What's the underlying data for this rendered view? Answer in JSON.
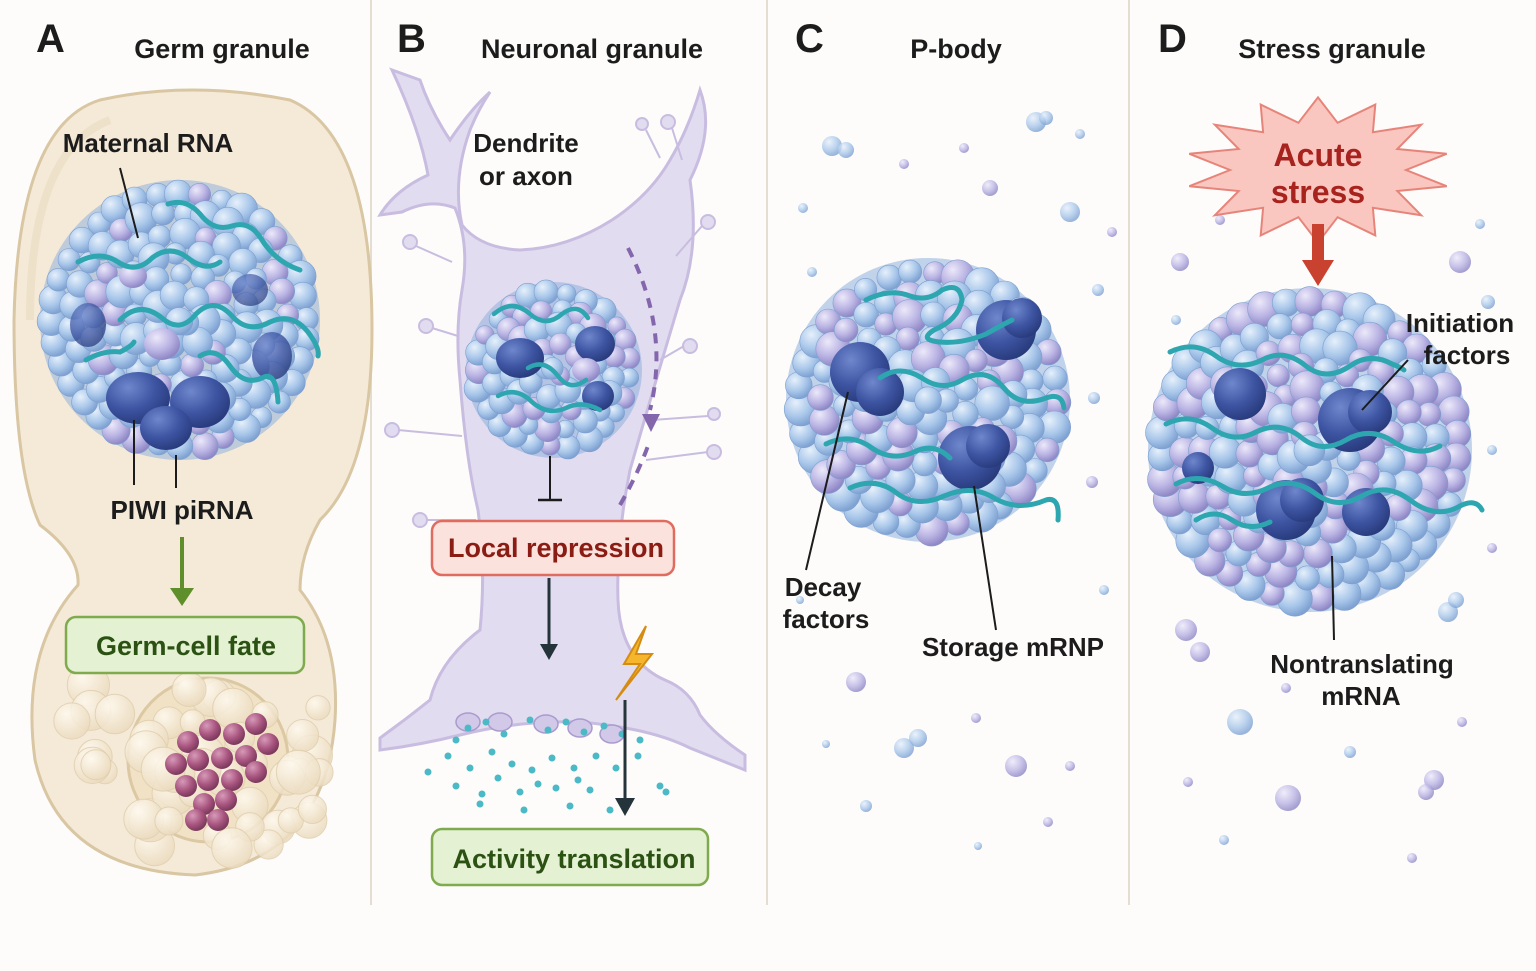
{
  "colors": {
    "granule_bubble": "#a9c7ea",
    "granule_bubble_lilac": "#b9b3e3",
    "rnp_blob": "#3e55a3",
    "mrna_strand": "#2ea6b0",
    "green_arrow": "#5f8f2a",
    "green_box_fill": "#e4f1d3",
    "green_box_stroke": "#7faa4d",
    "red_box_fill": "#fbe2dd",
    "red_box_stroke": "#e06b5f",
    "stress_star_fill": "#f9c7c0",
    "stress_text": "#a8221e",
    "neuron_fill": "#e2dcf0",
    "cell_fill": "#f5ead8",
    "divider": "#e4ddd2"
  },
  "panels": {
    "a": {
      "letter": "A",
      "title": "Germ granule",
      "label_maternal_rna": "Maternal RNA",
      "label_piwi": "PIWI piRNA",
      "outcome_box": "Germ-cell fate"
    },
    "b": {
      "letter": "B",
      "title": "Neuronal granule",
      "label_dendrite_line1": "Dendrite",
      "label_dendrite_line2": "or axon",
      "repression_box": "Local repression",
      "outcome_box": "Activity translation"
    },
    "c": {
      "letter": "C",
      "title": "P-body",
      "label_decay_line1": "Decay",
      "label_decay_line2": "factors",
      "label_storage": "Storage mRNP"
    },
    "d": {
      "letter": "D",
      "title": "Stress granule",
      "stress_line1": "Acute",
      "stress_line2": "stress",
      "label_initiation_line1": "Initiation",
      "label_initiation_line2": "factors",
      "label_nontranslating_line1": "Nontranslating",
      "label_nontranslating_line2": "mRNA"
    }
  }
}
